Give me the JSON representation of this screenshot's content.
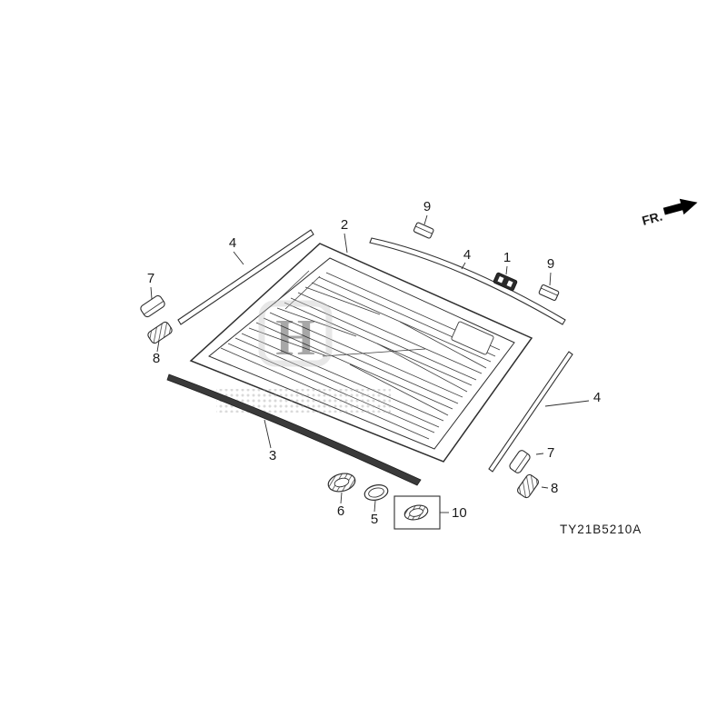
{
  "diagram": {
    "code": "TY21B5210A",
    "direction": "FR.",
    "line_color": "#2e2e2e",
    "callouts": [
      {
        "part": "2"
      },
      {
        "part": "4"
      },
      {
        "part": "7"
      },
      {
        "part": "8"
      },
      {
        "part": "9"
      },
      {
        "part": "1"
      },
      {
        "part": "9"
      },
      {
        "part": "4"
      },
      {
        "part": "4"
      },
      {
        "part": "3"
      },
      {
        "part": "6"
      },
      {
        "part": "5"
      },
      {
        "part": "10"
      },
      {
        "part": "7"
      },
      {
        "part": "8"
      }
    ]
  }
}
